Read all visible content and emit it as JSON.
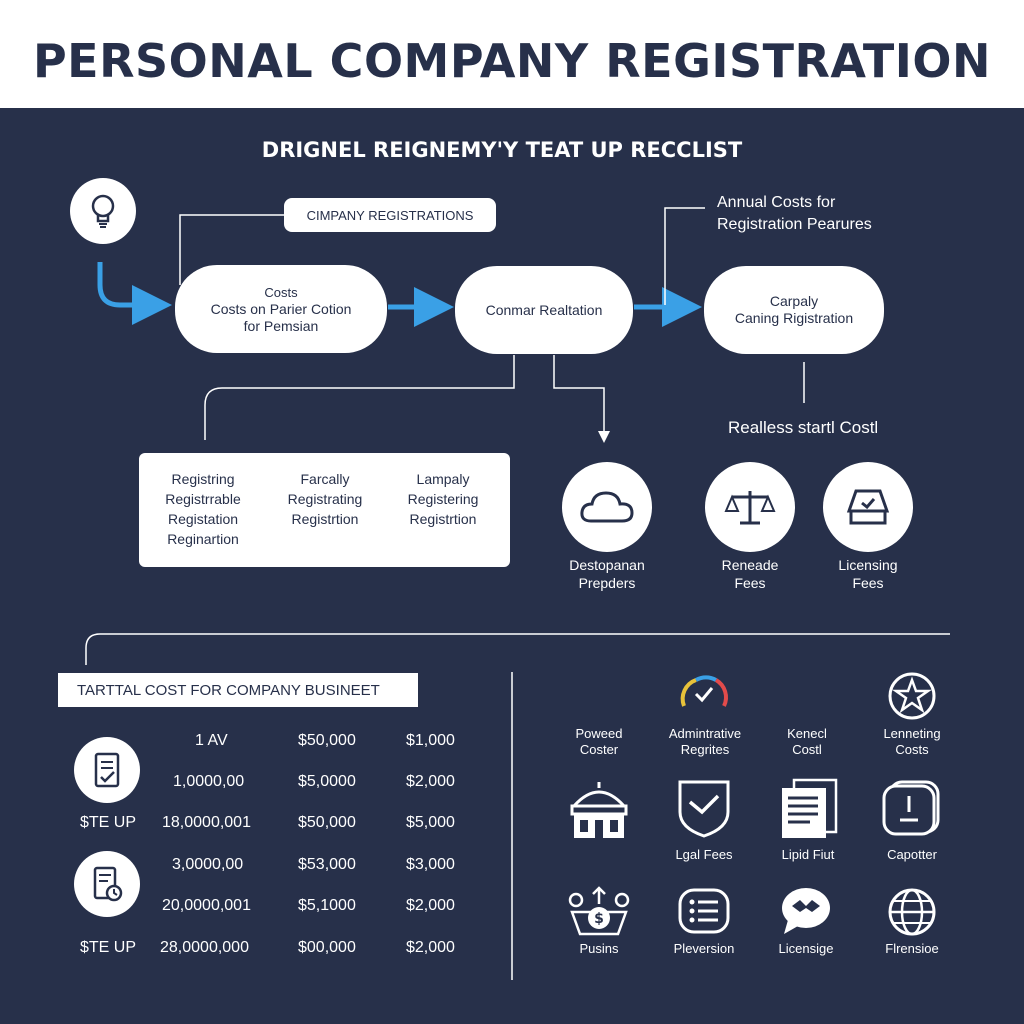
{
  "header": {
    "title": "PERSONAL COMPANY REGISTRATION"
  },
  "subtitle": "DRIGNEL REIGNEMY'Y TEAT UP RECCLIST",
  "flow": {
    "tag_label": "CIMPANY REGISTRATIONS",
    "node1": [
      "Costs",
      "Costs on Parier Cotion",
      "for Pemsian"
    ],
    "node2": "Conmar Realtation",
    "node3": [
      "Carpaly",
      "Caning Rigistration"
    ],
    "annual_note": [
      "Annual Costs for",
      "Registration Pearures"
    ],
    "realless_label": "Realless startl Costl"
  },
  "registration_box": {
    "col1": [
      "Registring",
      "Registrrable",
      "Registation",
      "Reginartion"
    ],
    "col2": [
      "Farcally",
      "Registrating",
      "Registrtion"
    ],
    "col3": [
      "Lampaly",
      "Registering",
      "Registrtion"
    ]
  },
  "fee_icons": [
    {
      "icon": "cloud-icon",
      "label": [
        "Destopanan",
        "Prepders"
      ]
    },
    {
      "icon": "scales-icon",
      "label": [
        "Reneade",
        "Fees"
      ]
    },
    {
      "icon": "license-box-icon",
      "label": [
        "Licensing",
        "Fees"
      ]
    }
  ],
  "cost_table": {
    "title": "TARTTAL COST FOR COMPANY BUSINEET",
    "rows": [
      {
        "label": "",
        "a": "1 AV",
        "b": "$50,000",
        "c": "$1,000"
      },
      {
        "label": "",
        "a": "1,0000,00",
        "b": "$5,0000",
        "c": "$2,000"
      },
      {
        "label": "$TE UP",
        "a": "18,0000,001",
        "b": "$50,000",
        "c": "$5,000"
      },
      {
        "label": "",
        "a": "3,0000,00",
        "b": "$53,000",
        "c": "$3,000"
      },
      {
        "label": "",
        "a": "20,0000,001",
        "b": "$5,1000",
        "c": "$2,000"
      },
      {
        "label": "$TE UP",
        "a": "28,0000,000",
        "b": "$00,000",
        "c": "$2,000"
      }
    ]
  },
  "grid_icons": {
    "row1": [
      {
        "icon": "",
        "label": [
          "Poweed",
          "Coster"
        ]
      },
      {
        "icon": "gauge-icon",
        "label": [
          "Admintrative",
          "Regrites"
        ]
      },
      {
        "icon": "",
        "label": [
          "Kenecl",
          "Costl"
        ]
      },
      {
        "icon": "star-emblem-icon",
        "label": [
          "Lenneting",
          "Costs"
        ]
      }
    ],
    "row2": [
      {
        "icon": "government-building-icon",
        "label": ""
      },
      {
        "icon": "shield-check-icon",
        "label": "Lgal Fees"
      },
      {
        "icon": "documents-icon",
        "label": "Lipid Fiut"
      },
      {
        "icon": "device-icon",
        "label": "Capotter"
      }
    ],
    "row3": [
      {
        "icon": "money-bag-people-icon",
        "label": "Pusins"
      },
      {
        "icon": "list-icon",
        "label": "Pleversion"
      },
      {
        "icon": "chat-bubble-icon",
        "label": "Licensige"
      },
      {
        "icon": "globe-icon",
        "label": "Flrensioe"
      }
    ]
  },
  "colors": {
    "background": "#27304a",
    "accent": "#3aa0e6",
    "white": "#ffffff"
  }
}
